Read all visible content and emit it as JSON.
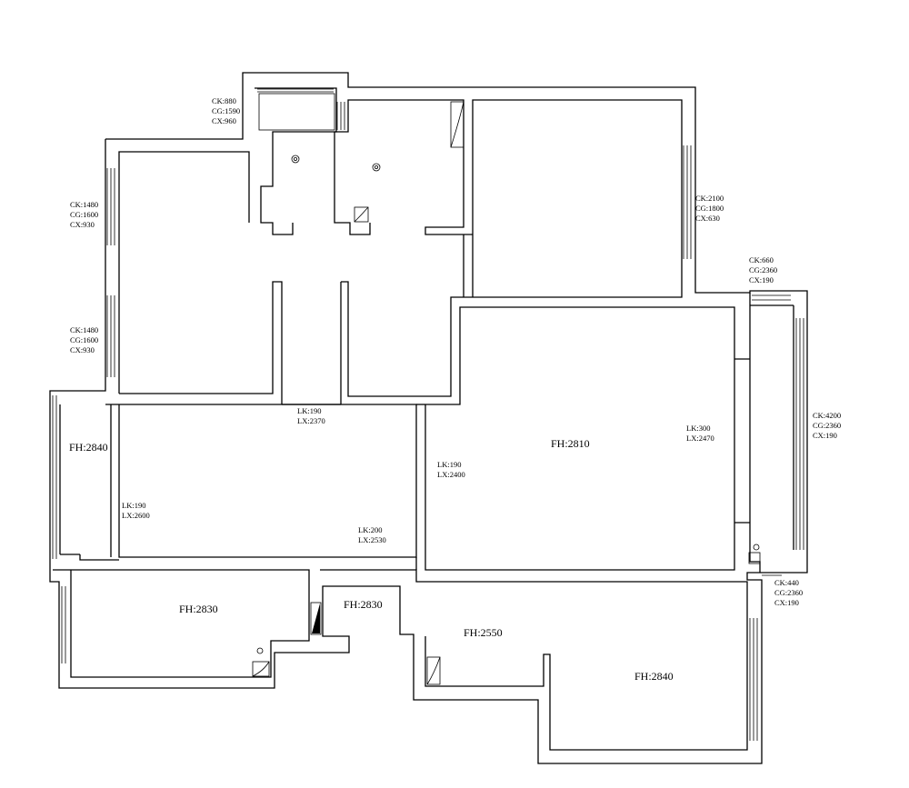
{
  "window_specs": [
    {
      "id": "w-top-balcony",
      "lines": [
        "CK:880",
        "CG:1590",
        "CX:960"
      ]
    },
    {
      "id": "w-left-upper",
      "lines": [
        "CK:1480",
        "CG:1600",
        "CX:930"
      ]
    },
    {
      "id": "w-left-lower",
      "lines": [
        "CK:1480",
        "CG:1600",
        "CX:930"
      ]
    },
    {
      "id": "w-right-room",
      "lines": [
        "CK:2100",
        "CG:1800",
        "CX:630"
      ]
    },
    {
      "id": "w-right-small",
      "lines": [
        "CK:660",
        "CG:2360",
        "CX:190"
      ]
    },
    {
      "id": "w-right-long",
      "lines": [
        "CK:4200",
        "CG:2360",
        "CX:190"
      ]
    },
    {
      "id": "w-right-bottom",
      "lines": [
        "CK:440",
        "CG:2360",
        "CX:190"
      ]
    }
  ],
  "beam_specs": [
    {
      "id": "b-hall",
      "lines": [
        "LK:190",
        "LX:2370"
      ]
    },
    {
      "id": "b-living-left",
      "lines": [
        "LK:190",
        "LX:2600"
      ]
    },
    {
      "id": "b-living-bottom",
      "lines": [
        "LK:200",
        "LX:2530"
      ]
    },
    {
      "id": "b-big-left",
      "lines": [
        "LK:190",
        "LX:2400"
      ]
    },
    {
      "id": "b-big-right",
      "lines": [
        "LK:300",
        "LX:2470"
      ]
    }
  ],
  "ceiling_heights": [
    {
      "id": "fh-left",
      "text": "FH:2840"
    },
    {
      "id": "fh-big-room",
      "text": "FH:2810"
    },
    {
      "id": "fh-bottom-left",
      "text": "FH:2830"
    },
    {
      "id": "fh-corridor",
      "text": "FH:2830"
    },
    {
      "id": "fh-kitchen",
      "text": "FH:2550"
    },
    {
      "id": "fh-bottom-right",
      "text": "FH:2840"
    }
  ]
}
